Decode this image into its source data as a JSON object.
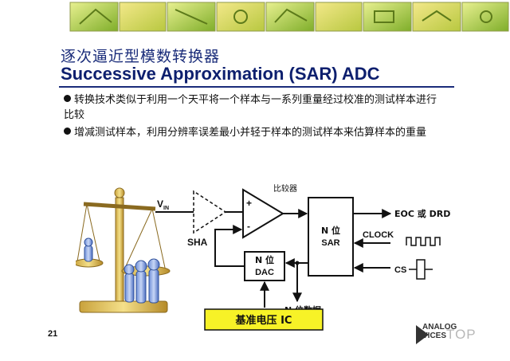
{
  "title_zh": "逐次逼近型模数转换器",
  "title_en": "Successive Approximation (SAR) ADC",
  "bullets": [
    "转换技术类似于利用一个天平将一个样本与一系列重量经过校准的测试样本进行比较",
    "增减测试样本，利用分辨率误差最小并轻于样本的测试样本来估算样本的重量"
  ],
  "diagram": {
    "vin": "V",
    "vin_sub": "IN",
    "sha": "SHA",
    "comparator": "比较器",
    "plus": "+",
    "minus": "-",
    "sar_line1": "N 位",
    "sar_line2": "SAR",
    "dac_line1": "N 位",
    "dac_line2": "DAC",
    "eoc": "EOC 或 DRDY",
    "clock": "CLOCK",
    "cs": "CS",
    "ndata": "N 位数据",
    "ref": "基准电压 IC"
  },
  "page_number": "21",
  "logo": {
    "line1": "ANALOG",
    "line2": "VICES"
  },
  "watermark": "TOP",
  "colors": {
    "title": "#1a2c7a",
    "ref_fill": "#f7f227",
    "banner_tiles": [
      "#c8e060",
      "#a0c840",
      "#e8e070",
      "#b0d050",
      "#d0e880",
      "#98c040"
    ]
  }
}
